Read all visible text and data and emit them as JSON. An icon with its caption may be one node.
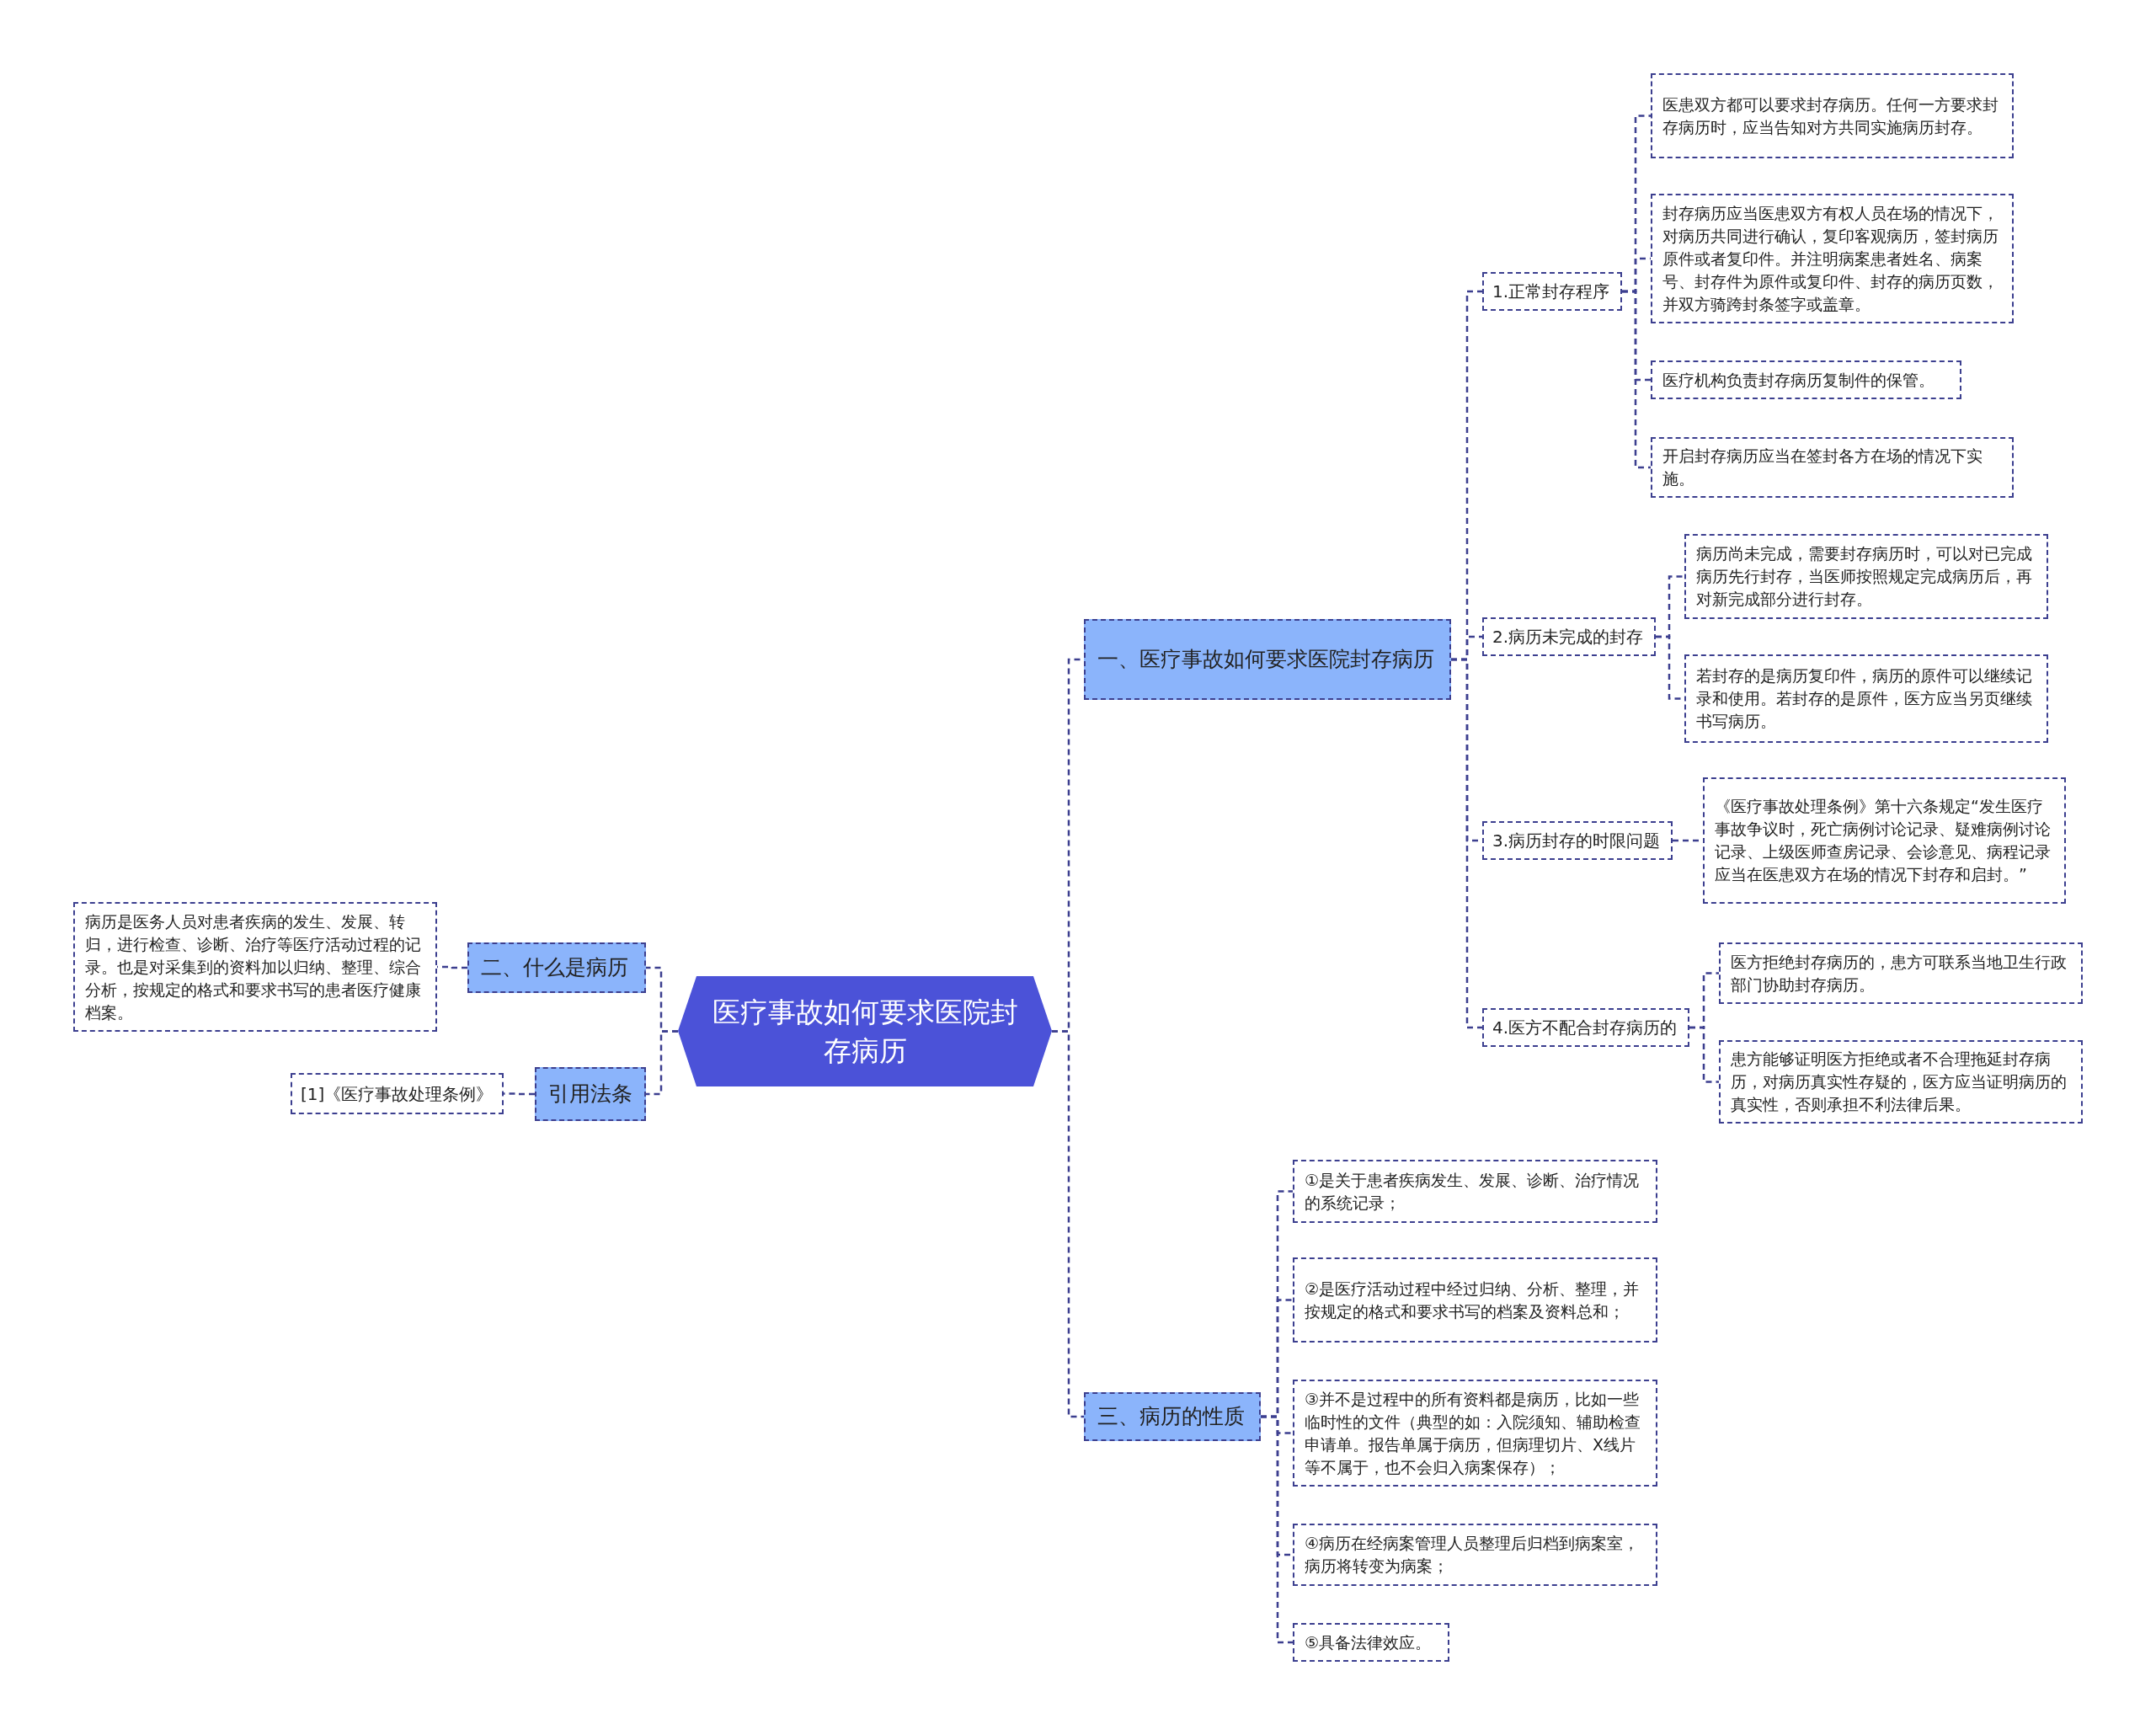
{
  "diagram": {
    "nodes": [
      {
        "text": [
          "医疗事故如何要求医院封存病历"
        ]
      },
      {
        "text": [
          "一、医疗事故如何要求医院封存病历"
        ]
      },
      {
        "text": [
          "1.正常封存程序"
        ]
      },
      {
        "text": [
          "医患双方都可以要求封存病历。任何一方要求封存病历时，应当告知对方共同实施病历封存。"
        ]
      },
      {
        "text": [
          "封存病历应当医患双方有权人员在场的情况下，对病历共同进行确认，复印客观病历，签封病历原件或者复印件。并注明病案患者姓名、病案号、封存件为原件或复印件、封存的病历页数，并双方骑跨封条签字或盖章。"
        ]
      },
      {
        "text": [
          "医疗机构负责封存病历复制件的保管。"
        ]
      },
      {
        "text": [
          "开启封存病历应当在签封各方在场的情况下实施。"
        ]
      },
      {
        "text": [
          "2.病历未完成的封存"
        ]
      },
      {
        "text": [
          "病历尚未完成，需要封存病历时，可以对已完成病历先行封存，当医师按照规定完成病历后，再对新完成部分进行封存。"
        ]
      },
      {
        "text": [
          "若封存的是病历复印件，病历的原件可以继续记录和使用。若封存的是原件，医方应当另页继续书写病历。"
        ]
      },
      {
        "text": [
          "3.病历封存的时限问题"
        ]
      },
      {
        "text": [
          "《医疗事故处理条例》第十六条规定“发生医疗事故争议时，死亡病例讨论记录、疑难病例讨论记录、上级医师查房记录、会诊意见、病程记录应当在医患双方在场的情况下封存和启封。”"
        ]
      },
      {
        "text": [
          "4.医方不配合封存病历的"
        ]
      },
      {
        "text": [
          "医方拒绝封存病历的，患方可联系当地卫生行政部门协助封存病历。"
        ]
      },
      {
        "text": [
          "患方能够证明医方拒绝或者不合理拖延封存病历，对病历真实性存疑的，医方应当证明病历的真实性，否则承担不利法律后果。"
        ]
      },
      {
        "text": [
          "三、病历的性质"
        ]
      },
      {
        "text": [
          "①是关于患者疾病发生、发展、诊断、治疗情况的系统记录；"
        ]
      },
      {
        "text": [
          "②是医疗活动过程中经过归纳、分析、整理，并按规定的格式和要求书写的档案及资料总和；"
        ]
      },
      {
        "text": [
          "③并不是过程中的所有资料都是病历，比如一些临时性的文件（典型的如：入院须知、辅助检查申请单。报告单属于病历，但病理切片、X线片等不属于，也不会归入病案保存）；"
        ]
      },
      {
        "text": [
          "④病历在经病案管理人员整理后归档到病案室，病历将转变为病案；"
        ]
      },
      {
        "text": [
          "⑤具备法律效应。"
        ]
      },
      {
        "text": [
          "二、什么是病历"
        ]
      },
      {
        "text": [
          "病历是医务人员对患者疾病的发生、发展、转归，进行检查、诊断、治疗等医疗活动过程的记录。也是对采集到的资料加以归纳、整理、综合分析，按规定的格式和要求书写的患者医疗健康档案。"
        ]
      },
      {
        "text": [
          "引用法条"
        ]
      },
      {
        "text": [
          "[1]《医疗事故处理条例》"
        ]
      }
    ],
    "edges": [
      {
        "from": 0,
        "to": 1,
        "arrow": "none"
      },
      {
        "from": 1,
        "to": 2,
        "arrow": "none"
      },
      {
        "from": 2,
        "to": 3,
        "arrow": "none"
      },
      {
        "from": 2,
        "to": 4,
        "arrow": "none"
      },
      {
        "from": 2,
        "to": 5,
        "arrow": "none"
      },
      {
        "from": 2,
        "to": 6,
        "arrow": "none"
      },
      {
        "from": 1,
        "to": 7,
        "arrow": "none"
      },
      {
        "from": 7,
        "to": 8,
        "arrow": "none"
      },
      {
        "from": 7,
        "to": 9,
        "arrow": "none"
      },
      {
        "from": 1,
        "to": 10,
        "arrow": "none"
      },
      {
        "from": 10,
        "to": 11,
        "arrow": "none"
      },
      {
        "from": 1,
        "to": 12,
        "arrow": "none"
      },
      {
        "from": 12,
        "to": 13,
        "arrow": "none"
      },
      {
        "from": 12,
        "to": 14,
        "arrow": "none"
      },
      {
        "from": 0,
        "to": 15,
        "arrow": "none"
      },
      {
        "from": 15,
        "to": 16,
        "arrow": "none"
      },
      {
        "from": 15,
        "to": 17,
        "arrow": "none"
      },
      {
        "from": 15,
        "to": 18,
        "arrow": "none"
      },
      {
        "from": 15,
        "to": 19,
        "arrow": "none"
      },
      {
        "from": 15,
        "to": 20,
        "arrow": "none"
      },
      {
        "from": 0,
        "to": 21,
        "arrow": "none"
      },
      {
        "from": 21,
        "to": 22,
        "arrow": "none"
      },
      {
        "from": 0,
        "to": 23,
        "arrow": "none"
      },
      {
        "from": 23,
        "to": 24,
        "arrow": "none"
      }
    ]
  }
}
